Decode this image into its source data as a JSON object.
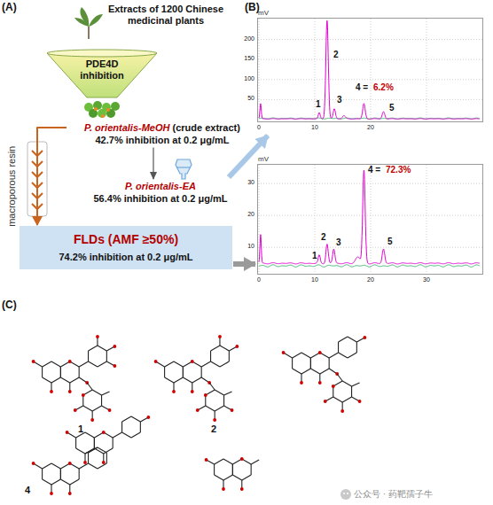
{
  "diagram": {
    "nodes": [
      {
        "text": [
          "PDE4D inhibition"
        ]
      },
      {
        "text": [
          "P. orientalis-MeOH",
          "(crude extract)",
          "42.7% inhibition at 0.2 μg/mL"
        ]
      },
      {
        "text": [
          "P. orientalis-EA",
          "56.4% inhibition at 0.2 μg/mL"
        ]
      },
      {
        "text": [
          "FLDs (AMF ≥50%)",
          "74.2% inhibition at 0.2 μg/mL"
        ]
      },
      {
        "text": [
          "mV"
        ]
      },
      {
        "text": [
          "mV"
        ]
      }
    ],
    "edges": [
      {
        "from": 1,
        "to": 2,
        "arrow": "to"
      },
      {
        "from": 1,
        "to": 3,
        "arrow": "to"
      },
      {
        "from": 2,
        "to": 4,
        "arrow": "to"
      },
      {
        "from": 3,
        "to": 5,
        "arrow": "to"
      }
    ],
    "labels": [
      "(A)",
      "Extracts of 1200 Chinese medicinal plants",
      "macroporous resin",
      "(B)",
      "200",
      "150",
      "100",
      "50",
      "0",
      "10",
      "20",
      "1",
      "2",
      "3",
      "4 =",
      "6.2%",
      "5",
      "30",
      "20",
      "10",
      "0",
      "10",
      "20",
      "30",
      "1",
      "2",
      "3",
      "4 =",
      "72.3%",
      "5",
      "(C)",
      "1",
      "2",
      "4",
      "公众号 · 药靶孺子牛"
    ]
  }
}
